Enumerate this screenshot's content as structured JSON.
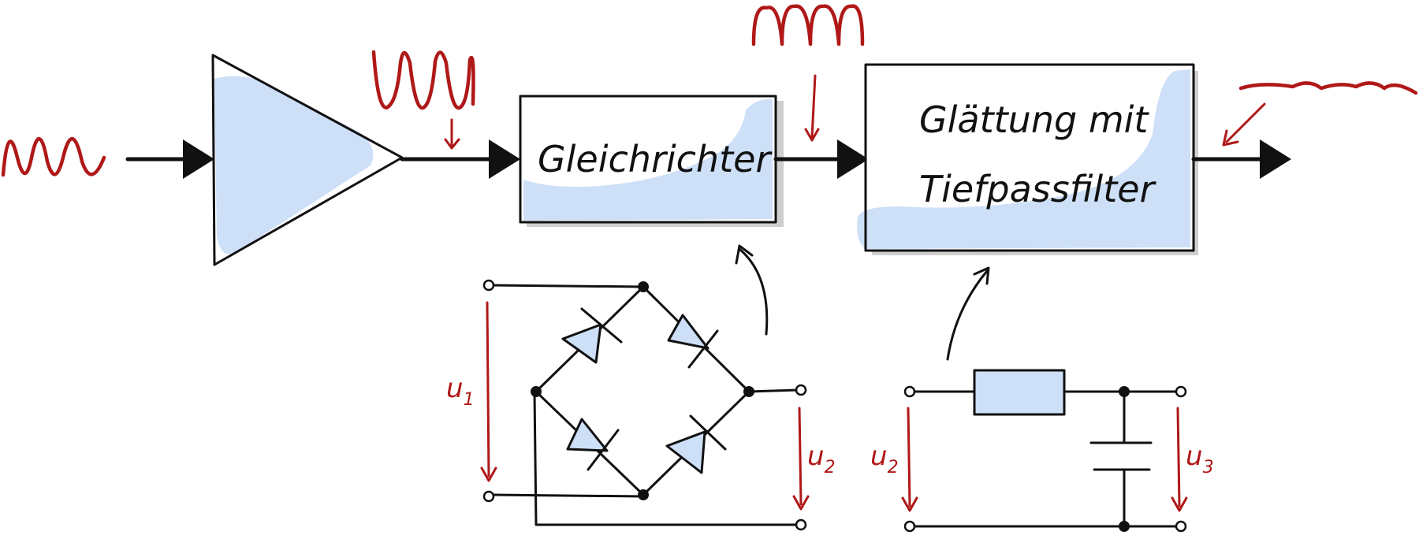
{
  "blocks": {
    "rectifier": {
      "label": "Gleichrichter"
    },
    "smoothing": {
      "line1": "Glättung mit",
      "line2": "Tiefpassfilter"
    }
  },
  "voltages": {
    "u1": {
      "main": "u",
      "sub": "1"
    },
    "u2_bridge": {
      "main": "u",
      "sub": "2"
    },
    "u2_filter": {
      "main": "u",
      "sub": "2"
    },
    "u3": {
      "main": "u",
      "sub": "3"
    }
  },
  "colors": {
    "ink": "#111111",
    "signal": "#b01818",
    "fill": "#cde0f8"
  }
}
